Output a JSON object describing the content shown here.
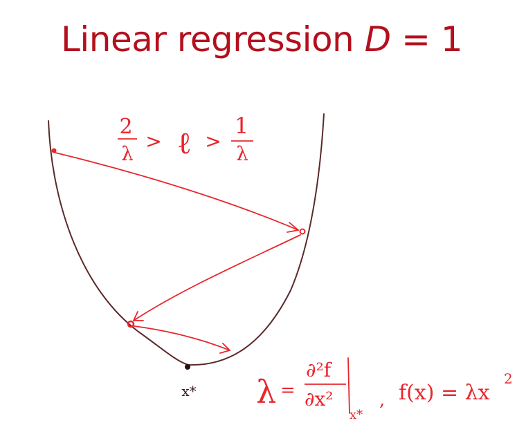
{
  "title": {
    "text": "Linear regression",
    "var": "D",
    "rest": "= 1"
  },
  "annotations": {
    "step_condition": {
      "num_left": "2",
      "den_left": "λ",
      "gt1": ">",
      "eta": "ℓ",
      "gt2": ">",
      "num_right": "1",
      "den_right": "λ"
    },
    "minimum_label": "x*",
    "curvature_formula": {
      "lambda": "λ",
      "equals": "=",
      "num": "∂²f",
      "den": "∂x²",
      "at": "x*",
      "comma": ",",
      "func": "f(x) = λx",
      "exp": "2"
    }
  },
  "colors": {
    "title": "#b3101e",
    "ink_red": "#e8262c",
    "ink_dark": "#5a2a2a"
  }
}
